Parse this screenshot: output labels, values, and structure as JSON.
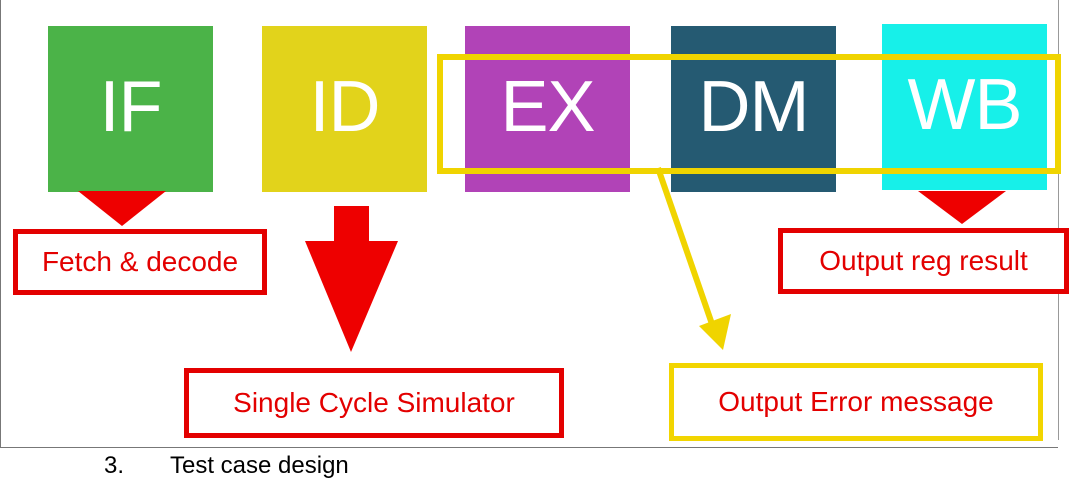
{
  "stages": [
    {
      "label": "IF",
      "color": "#4bb348"
    },
    {
      "label": "ID",
      "color": "#e2d31b"
    },
    {
      "label": "EX",
      "color": "#b143b7"
    },
    {
      "label": "DM",
      "color": "#255a72"
    },
    {
      "label": "WB",
      "color": "#17f0e9"
    }
  ],
  "callouts": {
    "fetch": "Fetch & decode",
    "single_cycle": "Single Cycle Simulator",
    "error": "Output Error message",
    "reg_result": "Output reg result"
  },
  "footer": {
    "number": "3.",
    "text": "Test case design"
  },
  "colors": {
    "red_arrow": "#ee0000",
    "yellow_arrow": "#f0d400",
    "red_box": "#e30000"
  }
}
